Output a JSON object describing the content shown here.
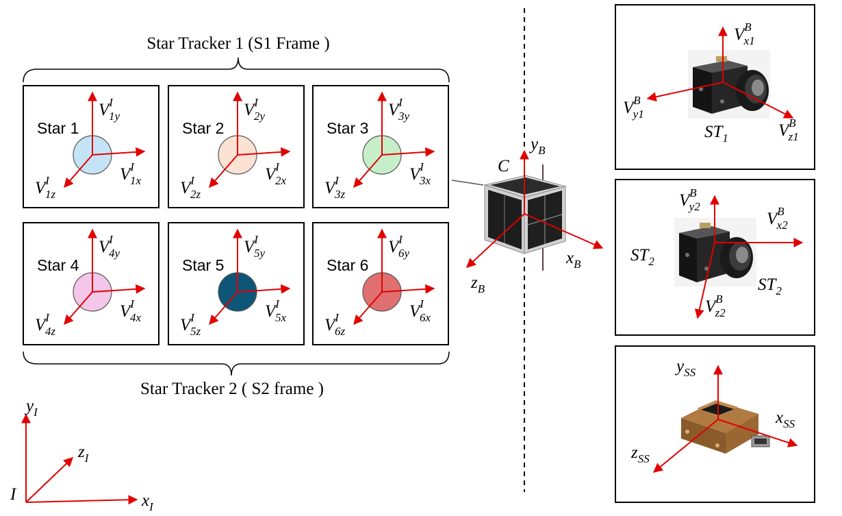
{
  "title_top": "Star Tracker 1 (S1 Frame )",
  "title_bottom": "Star Tracker 2 ( S2 frame )",
  "stars": [
    {
      "label": "Star 1",
      "color": "#c5e3f6",
      "n": "1"
    },
    {
      "label": "Star 2",
      "color": "#fbe2d3",
      "n": "2"
    },
    {
      "label": "Star 3",
      "color": "#c6efc9",
      "n": "3"
    },
    {
      "label": "Star 4",
      "color": "#f3c6ea",
      "n": "4"
    },
    {
      "label": "Star 5",
      "color": "#0e5677",
      "n": "5"
    },
    {
      "label": "Star 6",
      "color": "#e07070",
      "n": "6"
    }
  ],
  "vector_letter": "V",
  "sup_inertial": "I",
  "sup_body": "B",
  "axis_x": "x",
  "axis_y": "y",
  "axis_z": "z",
  "inertial": {
    "origin": "I",
    "sub": "I"
  },
  "body": {
    "center": "C",
    "sub": "B"
  },
  "st1": {
    "name": "ST",
    "sub": "1",
    "vx": "x1",
    "vy": "y1",
    "vz": "z1"
  },
  "st2": {
    "name": "ST",
    "sub": "2",
    "vx": "x2",
    "vy": "y2",
    "vz": "z2"
  },
  "sun_sensor": {
    "sub": "SS"
  },
  "colors": {
    "axis": "#e00000"
  }
}
